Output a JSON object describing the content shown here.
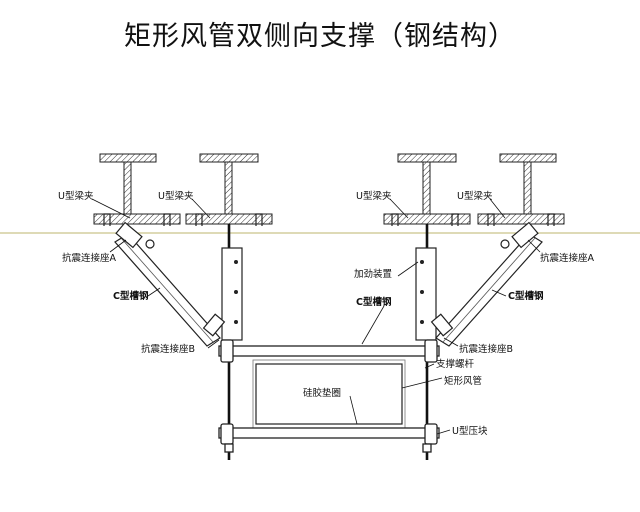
{
  "title": "矩形风管双侧向支撑（钢结构）",
  "labels": {
    "u_clamp_1": "U型梁夹",
    "u_clamp_2": "U型梁夹",
    "u_clamp_3": "U型梁夹",
    "u_clamp_4": "U型梁夹",
    "seismic_a_left": "抗震连接座A",
    "seismic_a_right": "抗震连接座A",
    "reinforce": "加劲装置",
    "c_channel_left": "C型槽钢",
    "c_channel_center": "C型槽钢",
    "c_channel_right": "C型槽钢",
    "seismic_b_left": "抗震连接座B",
    "seismic_b_right": "抗震连接座B",
    "screw_rod": "支撑螺杆",
    "duct": "矩形风管",
    "gasket": "硅胶垫圈",
    "u_block": "U型压块"
  }
}
